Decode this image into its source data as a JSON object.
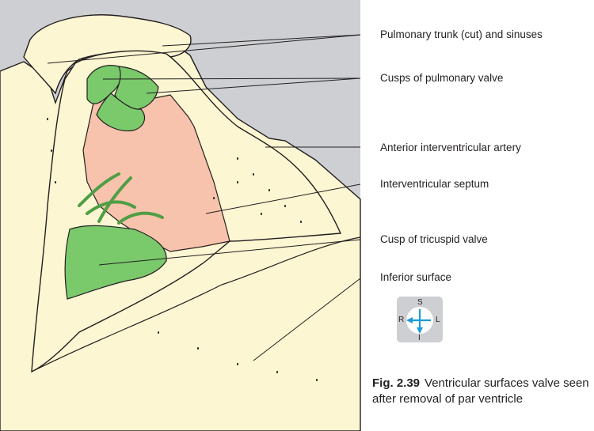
{
  "labels": {
    "pulmonary_trunk": "Pulmonary trunk (cut) and sinuses",
    "pulmonary_cusps": "Cusps of pulmonary valve",
    "anterior_artery": "Anterior interventricular artery",
    "septum": "Interventricular septum",
    "tricuspid_cusp": "Cusp of tricuspid valve",
    "inferior_surface": "Inferior surface"
  },
  "orientation": {
    "superior": "S",
    "inferior": "I",
    "right": "R",
    "left": "L"
  },
  "caption": {
    "figure_number": "Fig. 2.39",
    "text": "Ventricular surfaces valve seen after removal of par ventricle"
  },
  "colors": {
    "background_panel": "#cdcfd2",
    "heart_tissue": "#fdf6d2",
    "septum": "#f7c3ac",
    "valve_cusps": "#7ac96b",
    "outline": "#231f20",
    "compass_arrow": "#1a9bd7"
  }
}
